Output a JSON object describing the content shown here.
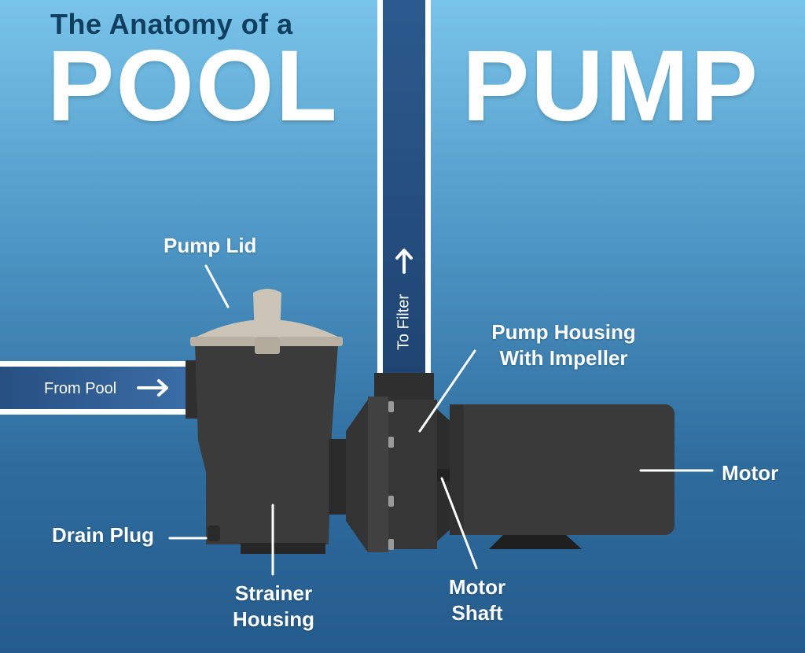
{
  "title": {
    "line1": "The Anatomy of a",
    "word_left": "POOL",
    "word_right": "PUMP"
  },
  "labels": {
    "pump_lid": "Pump Lid",
    "housing_impeller_1": "Pump Housing",
    "housing_impeller_2": "With Impeller",
    "motor": "Motor",
    "drain_plug": "Drain Plug",
    "strainer_1": "Strainer",
    "strainer_2": "Housing",
    "shaft_1": "Motor",
    "shaft_2": "Shaft"
  },
  "pipes": {
    "inlet": "From Pool",
    "outlet": "To Filter"
  },
  "colors": {
    "bg_top": "#79c4ea",
    "bg_bottom": "#245b8c",
    "title_dark": "#0f3e5f",
    "pipe_fill": "#2f5a8f",
    "pump_body": "#3a3a3a",
    "lid": "#c9c2b6"
  }
}
